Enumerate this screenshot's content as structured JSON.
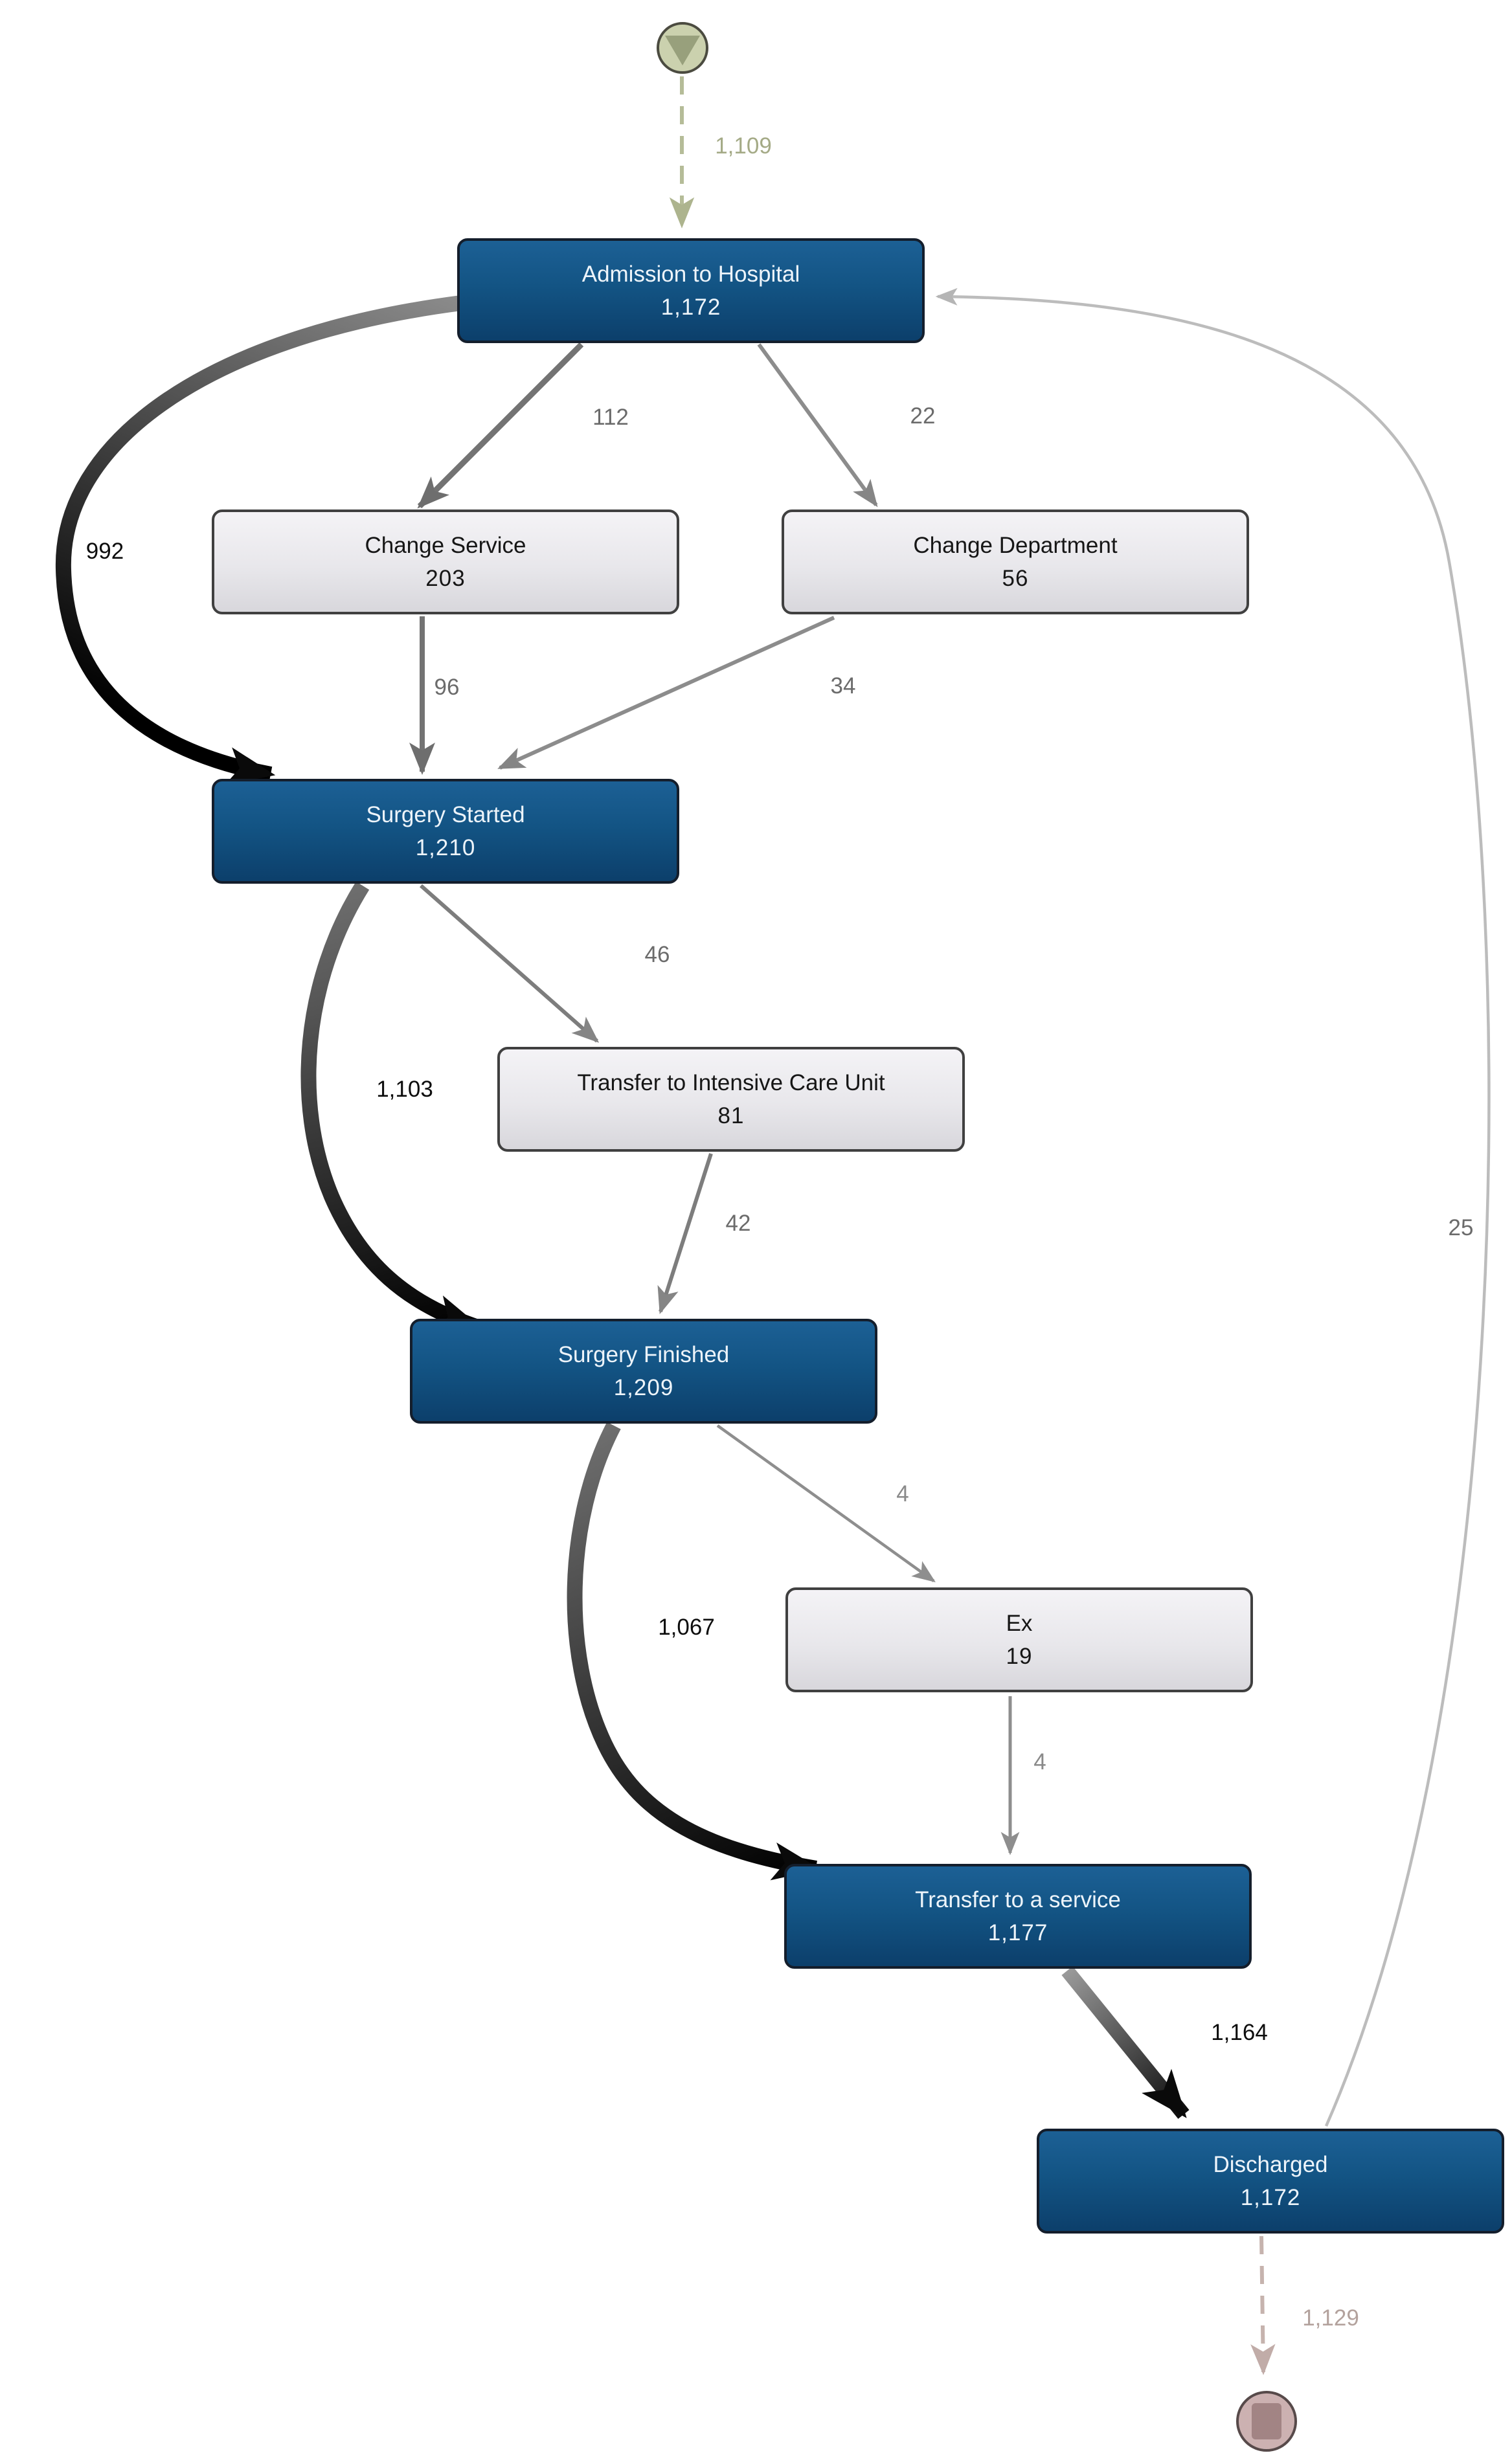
{
  "diagram": {
    "type": "process-map",
    "nodes": [
      {
        "id": "admission",
        "label": "Admission to Hospital",
        "count": "1,172",
        "kind": "primary"
      },
      {
        "id": "change-service",
        "label": "Change Service",
        "count": "203",
        "kind": "secondary"
      },
      {
        "id": "change-department",
        "label": "Change Department",
        "count": "56",
        "kind": "secondary"
      },
      {
        "id": "surgery-started",
        "label": "Surgery Started",
        "count": "1,210",
        "kind": "primary"
      },
      {
        "id": "icu",
        "label": "Transfer to Intensive Care Unit",
        "count": "81",
        "kind": "secondary"
      },
      {
        "id": "surgery-finished",
        "label": "Surgery Finished",
        "count": "1,209",
        "kind": "primary"
      },
      {
        "id": "ex",
        "label": "Ex",
        "count": "19",
        "kind": "secondary"
      },
      {
        "id": "transfer-service",
        "label": "Transfer to a service",
        "count": "1,177",
        "kind": "primary"
      },
      {
        "id": "discharged",
        "label": "Discharged",
        "count": "1,172",
        "kind": "primary"
      }
    ],
    "start_node": {
      "id": "start",
      "icon": "start-triangle-icon"
    },
    "end_node": {
      "id": "end",
      "icon": "end-square-icon"
    },
    "edges": [
      {
        "from": "start",
        "to": "admission",
        "label": "1,109",
        "style": "dashed-olive"
      },
      {
        "from": "admission",
        "to": "change-service",
        "label": "112",
        "style": "gray"
      },
      {
        "from": "admission",
        "to": "change-department",
        "label": "22",
        "style": "gray-thin"
      },
      {
        "from": "admission",
        "to": "surgery-started",
        "label": "992",
        "style": "thick-dark"
      },
      {
        "from": "change-service",
        "to": "surgery-started",
        "label": "96",
        "style": "gray"
      },
      {
        "from": "change-department",
        "to": "surgery-started",
        "label": "34",
        "style": "gray-thin"
      },
      {
        "from": "surgery-started",
        "to": "icu",
        "label": "46",
        "style": "gray-thin"
      },
      {
        "from": "surgery-started",
        "to": "surgery-finished",
        "label": "1,103",
        "style": "thick-dark"
      },
      {
        "from": "icu",
        "to": "surgery-finished",
        "label": "42",
        "style": "gray-thin"
      },
      {
        "from": "surgery-finished",
        "to": "ex",
        "label": "4",
        "style": "gray-thin"
      },
      {
        "from": "surgery-finished",
        "to": "transfer-service",
        "label": "1,067",
        "style": "thick-dark"
      },
      {
        "from": "ex",
        "to": "transfer-service",
        "label": "4",
        "style": "gray-thin"
      },
      {
        "from": "transfer-service",
        "to": "discharged",
        "label": "1,164",
        "style": "thick-dark"
      },
      {
        "from": "discharged",
        "to": "admission",
        "label": "25",
        "style": "light-loop"
      },
      {
        "from": "discharged",
        "to": "end",
        "label": "1,129",
        "style": "dashed-rose"
      }
    ],
    "colors": {
      "primary_node_top": "#1c6095",
      "primary_node_bottom": "#0c3f6b",
      "secondary_node_top": "#f4f3f6",
      "secondary_node_bottom": "#d8d7dc",
      "thick_edge": "#0a0a0a",
      "gray_edge": "#6e6e6e",
      "light_edge": "#b5b5b5",
      "start_node_fill": "#cbd1ae",
      "start_edge": "#b5bc98",
      "end_node_fill": "#ccb1b1",
      "end_edge": "#c6b3ae",
      "background": "#ffffff"
    }
  }
}
